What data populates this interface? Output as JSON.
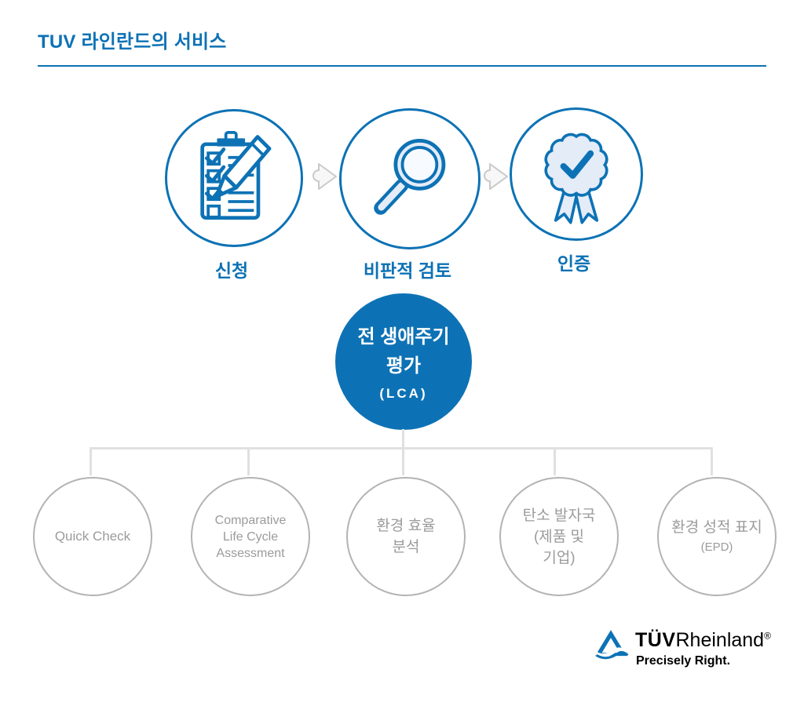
{
  "title": "TUV 라인란드의 서비스",
  "colors": {
    "primary_blue": "#0d72b5",
    "icon_fill_light": "#e4ecf8",
    "gray_circle_border": "#b3b3b3",
    "gray_text": "#9b9b9b",
    "connector_gray": "#e0e0e0",
    "arrow_border": "#c9c9c9",
    "arrow_fill": "#f7f7f7"
  },
  "process_steps": [
    {
      "label": "신청",
      "icon": "clipboard-checklist-icon"
    },
    {
      "label": "비판적 검토",
      "icon": "magnifying-glass-icon"
    },
    {
      "label": "인증",
      "icon": "award-ribbon-icon"
    }
  ],
  "hub": {
    "line1": "전 생애주기",
    "line2": "평가",
    "line3": "(LCA)"
  },
  "services": [
    {
      "lines": [
        "Quick Check"
      ]
    },
    {
      "lines": [
        "Comparative",
        "Life Cycle",
        "Assessment"
      ]
    },
    {
      "lines": [
        "환경 효율",
        "분석"
      ]
    },
    {
      "lines": [
        "탄소 발자국",
        "(제품 및",
        "기업)"
      ]
    },
    {
      "lines": [
        "환경 성적 표지",
        "(EPD)"
      ]
    }
  ],
  "logo": {
    "tuv": "TÜV",
    "rheinland": "Rheinland",
    "registered": "®",
    "tagline": "Precisely Right."
  }
}
